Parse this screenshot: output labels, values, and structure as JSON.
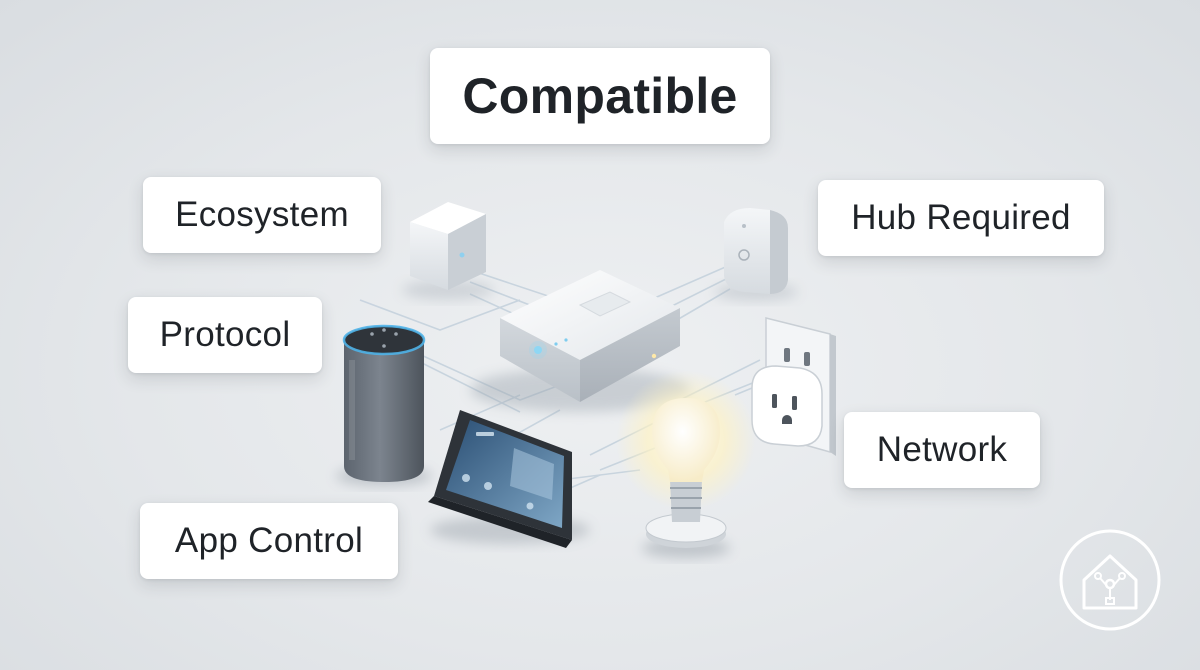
{
  "diagram": {
    "title": "Compatible",
    "labels": {
      "ecosystem": "Ecosystem",
      "hub_required": "Hub Required",
      "protocol": "Protocol",
      "network": "Network",
      "app_control": "App Control"
    },
    "devices": [
      "hub-icon",
      "small-bridge-icon",
      "sensor-module-icon",
      "smart-speaker-icon",
      "smart-display-icon",
      "light-bulb-icon",
      "smart-plug-icon"
    ],
    "logo": "house-network-logo-icon",
    "colors": {
      "background": "#e6e9ec",
      "card": "#ffffff",
      "text": "#1f2328",
      "link_lines": "#c7d3de",
      "speaker_ring": "#4fb3e8",
      "bulb_glow": "#fff3c4"
    }
  }
}
